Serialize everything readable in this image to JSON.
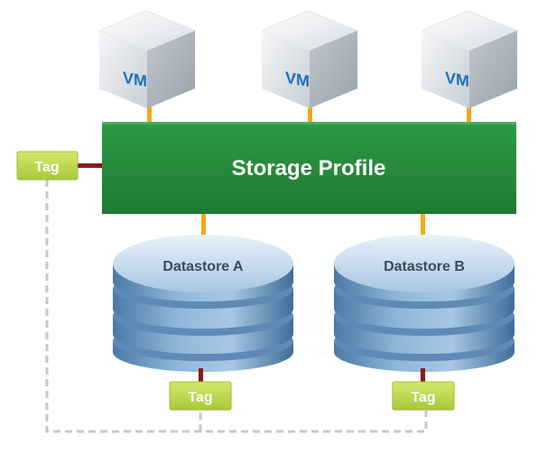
{
  "vms": [
    {
      "label": "VM"
    },
    {
      "label": "VM"
    },
    {
      "label": "VM"
    }
  ],
  "profile": {
    "label": "Storage Profile"
  },
  "datastores": [
    {
      "label": "Datastore A"
    },
    {
      "label": "Datastore B"
    }
  ],
  "tags": {
    "profile": "Tag",
    "datastore_a": "Tag",
    "datastore_b": "Tag"
  },
  "colors": {
    "profile_green": "#2a8a3c",
    "connector_orange": "#f4a81d",
    "tag_link_red": "#8b1a1a",
    "tag_green": "#bcd94a",
    "dashed_gray": "#c8c8c8",
    "vm_text_blue": "#1e6fb8",
    "disk_blue": "#6e9bc4"
  },
  "icons": {
    "vm": "vm-cube-icon",
    "datastore": "database-stack-icon"
  }
}
